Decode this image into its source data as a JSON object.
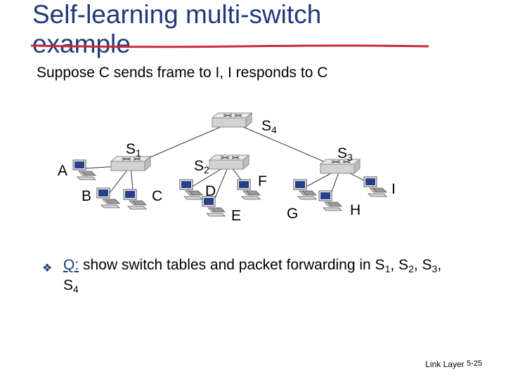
{
  "slide": {
    "title": "Self-learning multi-switch example",
    "subtitle": "Suppose C sends frame to I, I responds to C",
    "question_prefix": "Q:",
    "question_text": [
      " show switch tables and packet forwarding in S",
      "1",
      ", S",
      "2",
      ", S",
      "3",
      ", S",
      "4"
    ],
    "footer_label": "Link Layer",
    "footer_page": "5-25",
    "bullet_icon": "diamond-bullet-icon"
  },
  "switches": [
    {
      "id": "s1",
      "name": "S",
      "sub": "1"
    },
    {
      "id": "s2",
      "name": "S",
      "sub": "2"
    },
    {
      "id": "s3",
      "name": "S",
      "sub": "3"
    },
    {
      "id": "s4",
      "name": "S",
      "sub": "4"
    }
  ],
  "hosts": [
    "A",
    "B",
    "C",
    "D",
    "E",
    "F",
    "G",
    "H",
    "I"
  ],
  "colors": {
    "title": "#1f3a7a",
    "underline": "#cc2a36",
    "link": "#1f3a7a"
  }
}
